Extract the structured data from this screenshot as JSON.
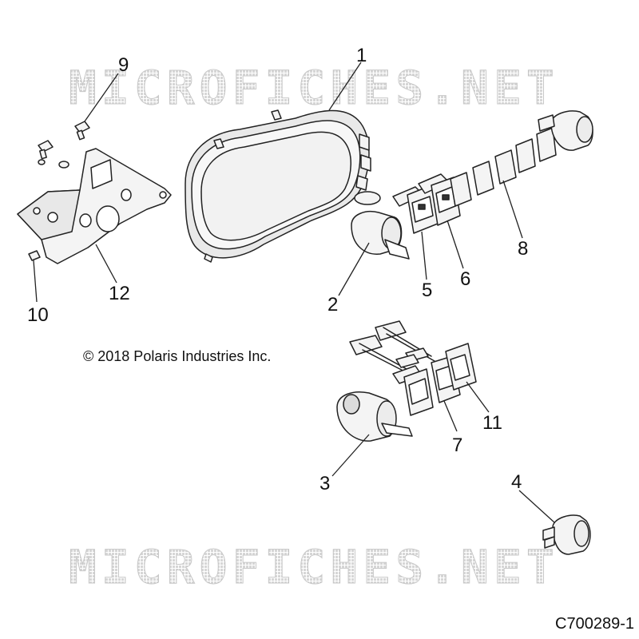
{
  "watermark": "MICROFICHES.NET",
  "copyright": "© 2018 Polaris Industries Inc.",
  "drawing_id": "C700289-1",
  "callouts": {
    "c1": "1",
    "c2": "2",
    "c3": "3",
    "c4": "4",
    "c5": "5",
    "c6": "6",
    "c7": "7",
    "c8": "8",
    "c9": "9",
    "c10": "10",
    "c11": "11",
    "c12": "12"
  },
  "colors": {
    "line": "#222222",
    "fill": "#f4f4f4",
    "watermark": "#d9d9d9"
  }
}
